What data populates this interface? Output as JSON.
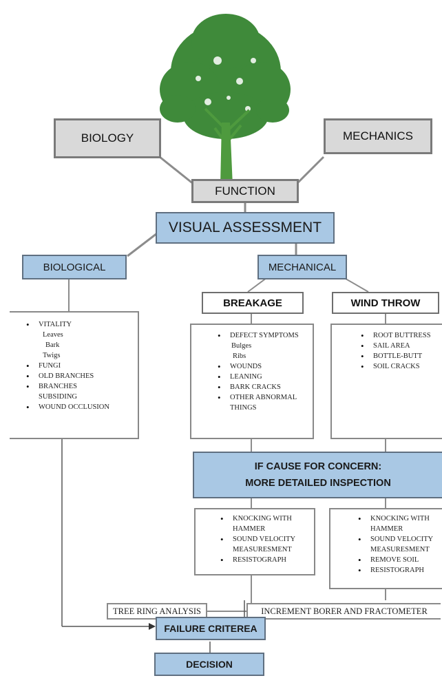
{
  "top": {
    "biology": "BIOLOGY",
    "mechanics": "MECHANICS",
    "function": "FUNCTION"
  },
  "visual_assessment": "VISUAL ASSESSMENT",
  "biological": {
    "label": "BIOLOGICAL",
    "items": [
      "VITALITY",
      "Leaves",
      "Bark",
      "Twigs",
      "FUNGI",
      "OLD BRANCHES",
      "BRANCHES",
      "SUBSIDING",
      "WOUND OCCLUSION"
    ]
  },
  "mechanical": {
    "label": "MECHANICAL"
  },
  "breakage": {
    "label": "BREAKAGE",
    "items": [
      "DEFECT SYMPTOMS",
      "Bulges",
      "Ribs",
      "WOUNDS",
      "LEANING",
      "BARK CRACKS",
      "OTHER ABNORMAL",
      "THINGS"
    ]
  },
  "wind_throw": {
    "label": "WIND THROW",
    "items": [
      "ROOT BUTTRESS",
      "SAIL AREA",
      "BOTTLE-BUTT",
      "SOIL CRACKS"
    ]
  },
  "concern": {
    "line1": "IF CAUSE FOR CONCERN:",
    "line2": "MORE DETAILED INSPECTION"
  },
  "inspect_left": {
    "items": [
      "KNOCKING WITH",
      "HAMMER",
      "SOUND VELOCITY",
      "MEASURESMENT",
      "RESISTOGRAPH"
    ]
  },
  "inspect_right": {
    "items": [
      "KNOCKING WITH",
      "HAMMER",
      "SOUND VELOCITY",
      "MEASURESMENT",
      "REMOVE SOIL",
      "RESISTOGRAPH"
    ]
  },
  "tree_ring": "TREE RING ANALYSIS",
  "increment": "INCREMENT BORER AND FRACTOMETER",
  "failure": "FAILURE CRITEREA",
  "decision": "DECISION",
  "colors": {
    "tree": "#3f8a3a",
    "trunk": "#4e9a3e",
    "blue_box": "#a9c8e4",
    "grey_box": "#d9d9d9"
  }
}
